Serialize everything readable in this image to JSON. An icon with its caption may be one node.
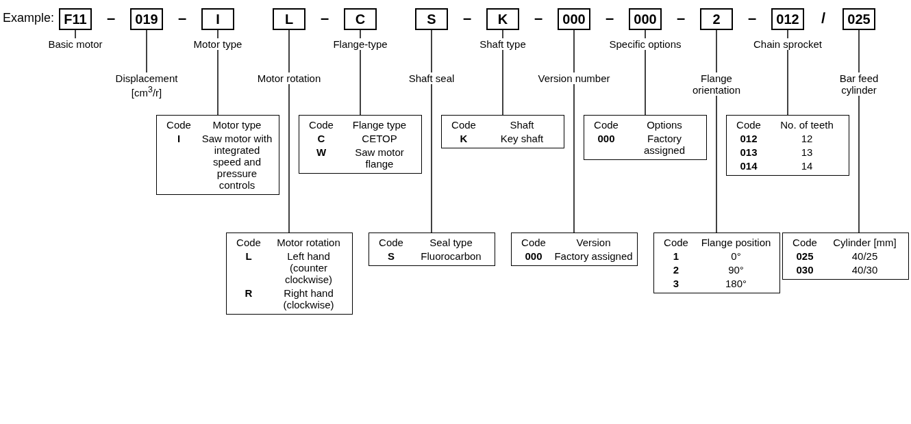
{
  "diagram": {
    "nodes": [
      {
        "text": [
          "F11"
        ]
      },
      {
        "text": [
          "019"
        ]
      },
      {
        "text": [
          "I"
        ]
      },
      {
        "text": [
          "L"
        ]
      },
      {
        "text": [
          "C"
        ]
      },
      {
        "text": [
          "S"
        ]
      },
      {
        "text": [
          "K"
        ]
      },
      {
        "text": [
          "000"
        ]
      },
      {
        "text": [
          "000"
        ]
      },
      {
        "text": [
          "2"
        ]
      },
      {
        "text": [
          "012"
        ]
      },
      {
        "text": [
          "025"
        ]
      },
      {
        "text": [
          "Basic motor"
        ]
      },
      {
        "text": [
          "Displacement [cm$^{3}$/r]"
        ]
      },
      {
        "text": [
          "Motor type"
        ]
      },
      {
        "text": [
          "Motor rotation"
        ]
      },
      {
        "text": [
          "Flange-type"
        ]
      },
      {
        "text": [
          "Shaft seal"
        ]
      },
      {
        "text": [
          "Shaft type"
        ]
      },
      {
        "text": [
          "Version number"
        ]
      },
      {
        "text": [
          "Specific options"
        ]
      },
      {
        "text": [
          "Flange orientation"
        ]
      },
      {
        "text": [
          "Chain sprocket"
        ]
      },
      {
        "text": [
          "Bar feed cylinder"
        ]
      },
      {
        "text": [
          "Code",
          "Motor type",
          "I",
          "Saw motor with integrated speed and pressure controls"
        ]
      },
      {
        "text": [
          "Code",
          "Motor rotation",
          "L",
          "Left hand (counter clockwise)",
          "R",
          "Right hand (clockwise)"
        ]
      },
      {
        "text": [
          "Code",
          "Flange type",
          "C",
          "CETOP",
          "W",
          "Saw motor flange"
        ]
      },
      {
        "text": [
          "Code",
          "Seal type",
          "S",
          "Fluorocarbon"
        ]
      },
      {
        "text": [
          "Code",
          "Shaft",
          "K",
          "Key shaft"
        ]
      },
      {
        "text": [
          "Code",
          "Version",
          "000",
          "Factory assigned"
        ]
      },
      {
        "text": [
          "Code",
          "Options",
          "000",
          "Factory assigned"
        ]
      },
      {
        "text": [
          "Code",
          "Flange position",
          "1",
          "0°",
          "2",
          "90°",
          "3",
          "180°"
        ]
      },
      {
        "text": [
          "Code",
          "No. of teeth",
          "012",
          "12",
          "013",
          "13",
          "014",
          "14"
        ]
      },
      {
        "text": [
          "Code",
          "Cylinder [mm]",
          "025",
          "40/25",
          "030",
          "40/30"
        ]
      }
    ],
    "edges": [
      {
        "from": 0,
        "to": 12,
        "arrow": "none"
      },
      {
        "from": 1,
        "to": 13,
        "arrow": "none"
      },
      {
        "from": 2,
        "to": 14,
        "arrow": "none"
      },
      {
        "from": 3,
        "to": 15,
        "arrow": "none"
      },
      {
        "from": 4,
        "to": 16,
        "arrow": "none"
      },
      {
        "from": 5,
        "to": 17,
        "arrow": "none"
      },
      {
        "from": 6,
        "to": 18,
        "arrow": "none"
      },
      {
        "from": 7,
        "to": 19,
        "arrow": "none"
      },
      {
        "from": 8,
        "to": 20,
        "arrow": "none"
      },
      {
        "from": 9,
        "to": 21,
        "arrow": "none"
      },
      {
        "from": 10,
        "to": 22,
        "arrow": "none"
      },
      {
        "from": 11,
        "to": 23,
        "arrow": "none"
      },
      {
        "from": 14,
        "to": 24,
        "arrow": "none"
      },
      {
        "from": 15,
        "to": 25,
        "arrow": "none"
      },
      {
        "from": 16,
        "to": 26,
        "arrow": "none"
      },
      {
        "from": 17,
        "to": 27,
        "arrow": "none"
      },
      {
        "from": 18,
        "to": 28,
        "arrow": "none"
      },
      {
        "from": 19,
        "to": 29,
        "arrow": "none"
      },
      {
        "from": 20,
        "to": 30,
        "arrow": "none"
      },
      {
        "from": 21,
        "to": 31,
        "arrow": "none"
      },
      {
        "from": 22,
        "to": 32,
        "arrow": "none"
      },
      {
        "from": 23,
        "to": 33,
        "arrow": "none"
      }
    ],
    "labels": [
      "Example:",
      "–",
      "–",
      "–",
      "–",
      "–",
      "–",
      "–",
      "–",
      "/"
    ]
  }
}
